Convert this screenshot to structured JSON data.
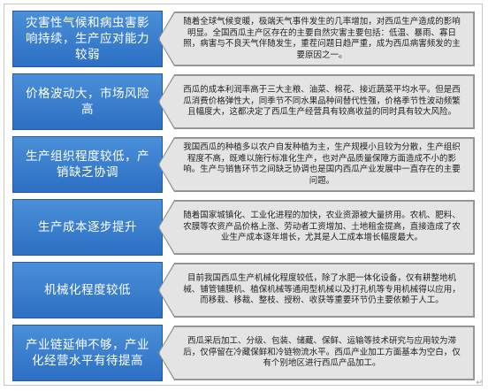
{
  "rows": [
    {
      "label": "灾害性气候和病虫害影响持续，生产应对能力较弱",
      "description": "随着全球气候变暖，极端天气事件发生的几率增加，对西瓜生产造成的影响明显。全国西瓜主产区存在的主要自然灾害主要包括：低温、暴雨、寡日照，病害与不良天气伴随发生，重茬问题日趋严重，成为西瓜病害频发的主要原因之一。"
    },
    {
      "label": "价格波动大，市场风险高",
      "description": "西瓜的成本利润率高于三大主粮、油菜、棉花、接近蔬菜平均水平。但是西瓜消费价格弹性大，同季节不同水果品种间替代性强，价格季节性波动频繁且幅度大，这都决定了西瓜生产经营具有较高收益的同时具有较大风险。"
    },
    {
      "label": "生产组织程度较低，产销缺乏协调",
      "description": "我国西瓜的种植多以农户自发种植为主，生产规模小且较为分散，生产组织程度不高，既难以施行标准化生产，也对产品质量保障方面造成不小的影响。生产与销售环节之间缺乏协调也是国内西瓜产业发展中一直存在的主要问题。"
    },
    {
      "label": "生产成本逐步提升",
      "description": "随着国家城镇化、工业化进程的加快，农业资源被大量挤用。农机、肥料、农膜等农资产品价格上涨、劳动者工资增加、土地租金提高，直接造成了农业生产成本逐年增长，尤其是人工成本增长幅度最大。"
    },
    {
      "label": "机械化程度较低",
      "description": "目前我国西瓜生产机械化程度较低，除了水肥一体化设备，仅有耕整地机械、铺管铺膜机、植保机械等通用型机械以及打孔机等专用机械得以应用，而移栽、移裁、整枝、授粉、收获等重要环节仍主要依赖于人工。"
    },
    {
      "label": "产业链延伸不够，产业化经营水平有待提高",
      "description": "西瓜采后加工、分级、包装、储藏、保鲜、运输等技术研究与应用较为滞后，仅停留在冷藏保鲜和冷链物流水平。西瓜产业加工方面基本为空白，仅有个别地区进行西瓜产品加工。"
    }
  ],
  "corner_mark": "↵"
}
